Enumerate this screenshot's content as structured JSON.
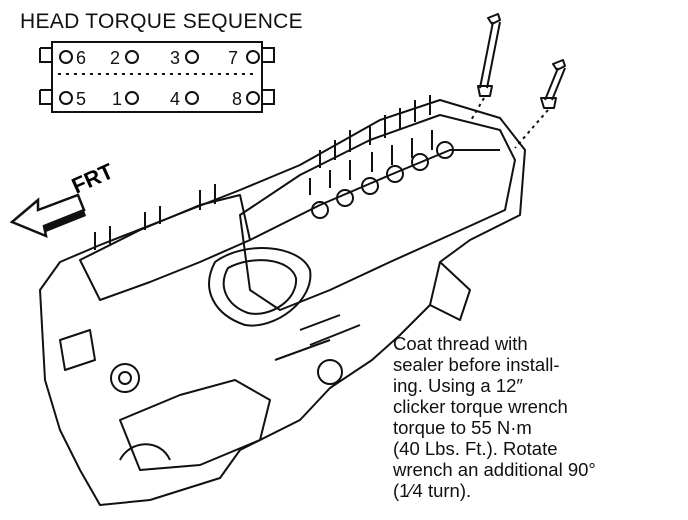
{
  "sequence_title": "HEAD TORQUE SEQUENCE",
  "bolt_sequence": {
    "top_row": [
      "6",
      "2",
      "3",
      "7"
    ],
    "bottom_row": [
      "5",
      "1",
      "4",
      "8"
    ]
  },
  "front_label": "FRT",
  "note_lines": [
    "Coat thread with",
    "sealer before install-",
    "ing. Using a 12″",
    "clicker torque wrench",
    "torque to 55 N·m",
    "(40 Lbs. Ft.). Rotate",
    "wrench an additional 90°",
    "(1⁄4 turn)."
  ],
  "colors": {
    "ink": "#111111",
    "paper": "#ffffff"
  }
}
